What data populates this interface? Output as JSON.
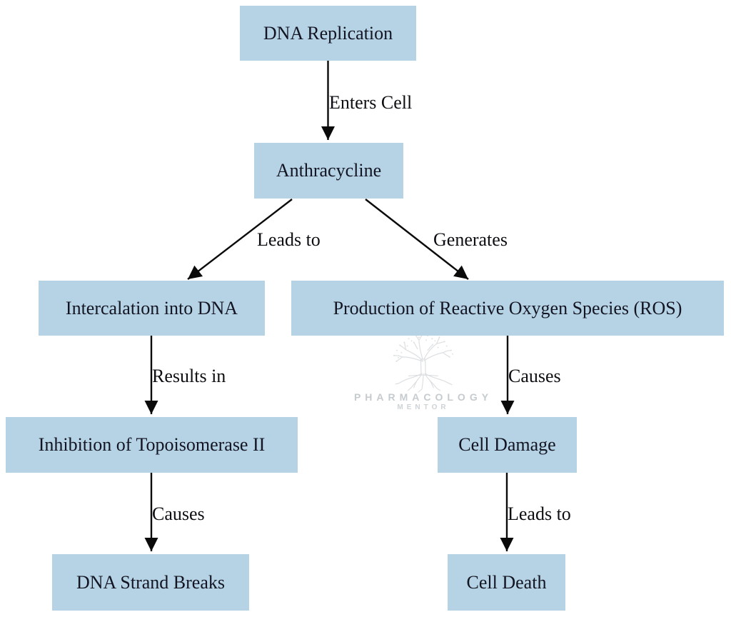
{
  "diagram": {
    "nodes": [
      {
        "id": "dna-replication",
        "label": "DNA Replication"
      },
      {
        "id": "anthracycline",
        "label": "Anthracycline"
      },
      {
        "id": "intercalation-into-dna",
        "label": "Intercalation into DNA"
      },
      {
        "id": "ros-production",
        "label": "Production of Reactive Oxygen Species (ROS)"
      },
      {
        "id": "topoisomerase-inhibition",
        "label": "Inhibition of Topoisomerase II"
      },
      {
        "id": "cell-damage",
        "label": "Cell Damage"
      },
      {
        "id": "dna-strand-breaks",
        "label": "DNA Strand Breaks"
      },
      {
        "id": "cell-death",
        "label": "Cell Death"
      }
    ],
    "edges": [
      {
        "from": "dna-replication",
        "to": "anthracycline",
        "label": "Enters Cell"
      },
      {
        "from": "anthracycline",
        "to": "intercalation-into-dna",
        "label": "Leads to"
      },
      {
        "from": "anthracycline",
        "to": "ros-production",
        "label": "Generates"
      },
      {
        "from": "intercalation-into-dna",
        "to": "topoisomerase-inhibition",
        "label": "Results in"
      },
      {
        "from": "ros-production",
        "to": "cell-damage",
        "label": "Causes"
      },
      {
        "from": "topoisomerase-inhibition",
        "to": "dna-strand-breaks",
        "label": "Causes"
      },
      {
        "from": "cell-damage",
        "to": "cell-death",
        "label": "Leads to"
      }
    ],
    "colors": {
      "node_fill": "#b6d3e5",
      "node_text": "#131523",
      "edge_line": "#0a0a0a",
      "watermark": "#c6cbcf",
      "background": "#ffffff"
    }
  },
  "watermark": {
    "line1": "PHARMACOLOGY",
    "line2": "MENTOR"
  }
}
